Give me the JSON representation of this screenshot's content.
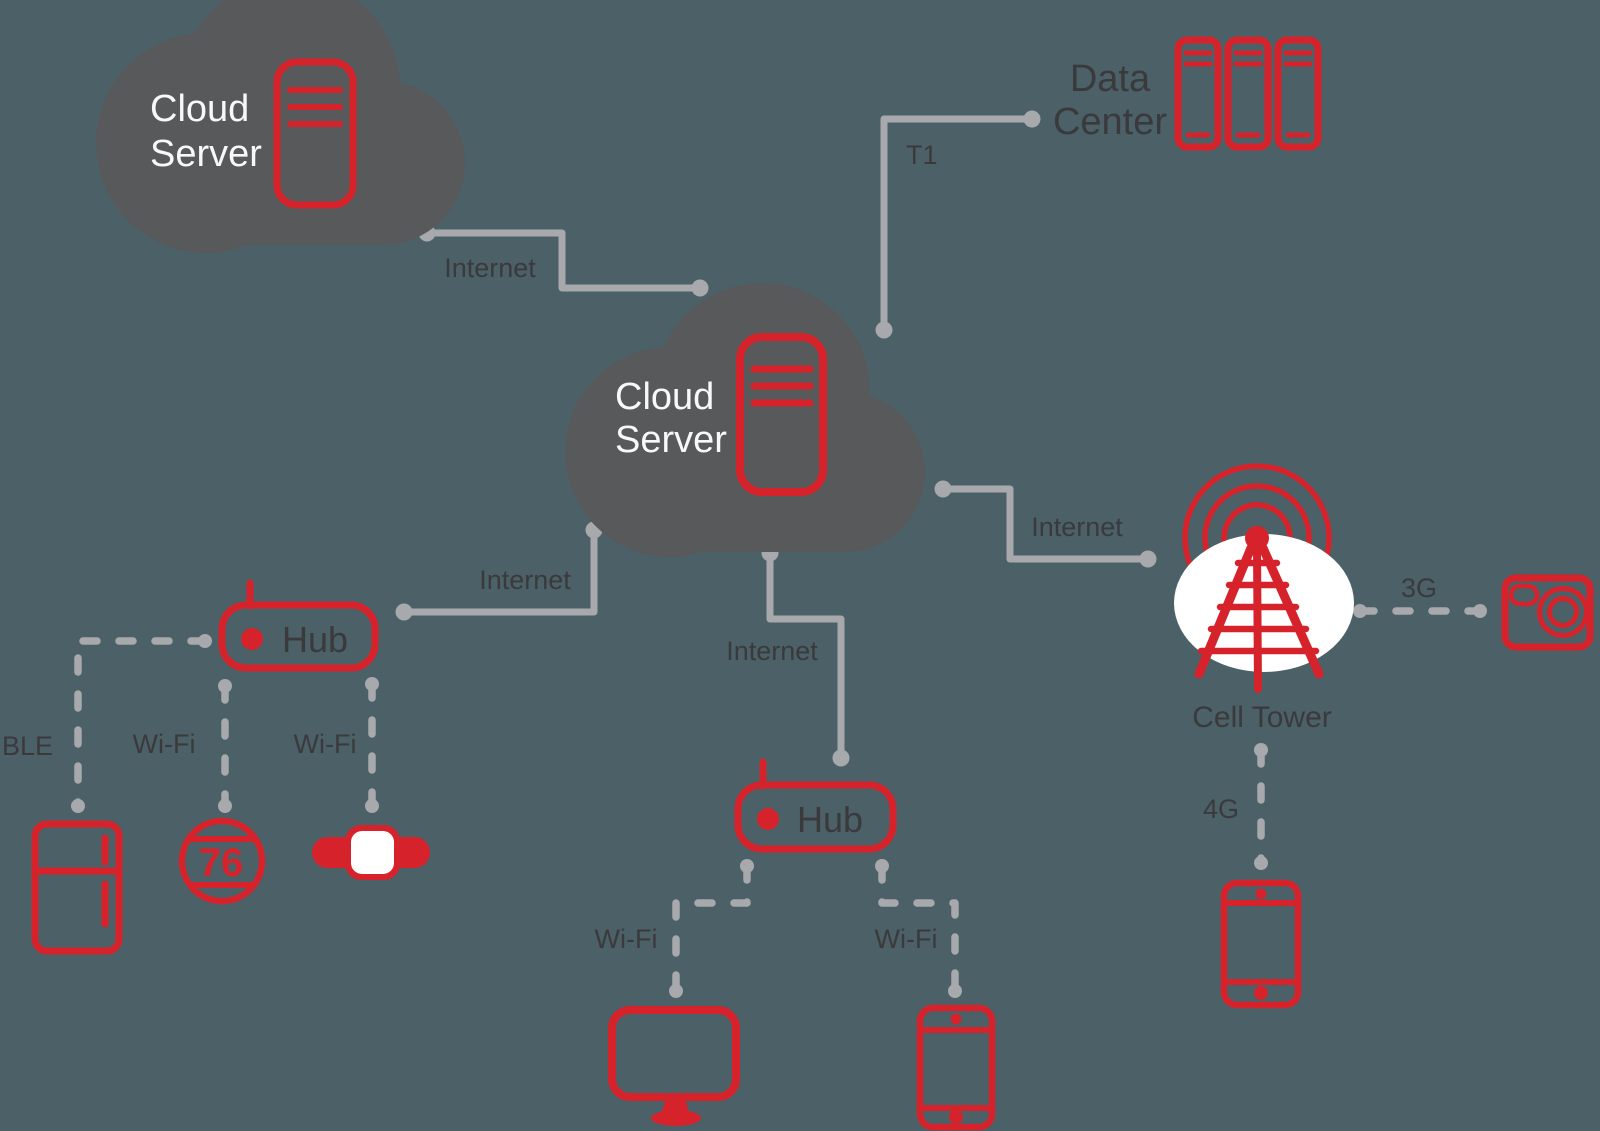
{
  "colors": {
    "bg": "#4c6068",
    "cloud": "#58595b",
    "red": "#d6232b",
    "line": "#a7a9ac",
    "ink": "#3a3a3c",
    "light": "#f8f8f8",
    "white": "#ffffff"
  },
  "nodes": {
    "cloud_server_top_left": {
      "line1": "Cloud",
      "line2": "Server"
    },
    "cloud_server_center": {
      "line1": "Cloud",
      "line2": "Server"
    },
    "data_center": {
      "line1": "Data",
      "line2": "Center"
    },
    "hub_left": {
      "label": "Hub"
    },
    "hub_center": {
      "label": "Hub"
    },
    "cell_tower": {
      "label": "Cell Tower"
    },
    "thermostat": {
      "reading": "76"
    }
  },
  "connections": {
    "cloud1_cloud2": {
      "label": "Internet",
      "type": "wired"
    },
    "cloud2_data_center": {
      "label": "T1",
      "type": "wired"
    },
    "cloud2_cell_tower": {
      "label": "Internet",
      "type": "wired"
    },
    "cloud2_hub_left": {
      "label": "Internet",
      "type": "wired"
    },
    "cloud2_hub_center": {
      "label": "Internet",
      "type": "wired"
    },
    "hub_left_fridge": {
      "label": "BLE",
      "type": "wireless"
    },
    "hub_left_thermostat": {
      "label": "Wi-Fi",
      "type": "wireless"
    },
    "hub_left_watch": {
      "label": "Wi-Fi",
      "type": "wireless"
    },
    "hub_center_monitor": {
      "label": "Wi-Fi",
      "type": "wireless"
    },
    "hub_center_phone": {
      "label": "Wi-Fi",
      "type": "wireless"
    },
    "cell_tower_camera": {
      "label": "3G",
      "type": "wireless"
    },
    "cell_tower_phone": {
      "label": "4G",
      "type": "wireless"
    }
  }
}
